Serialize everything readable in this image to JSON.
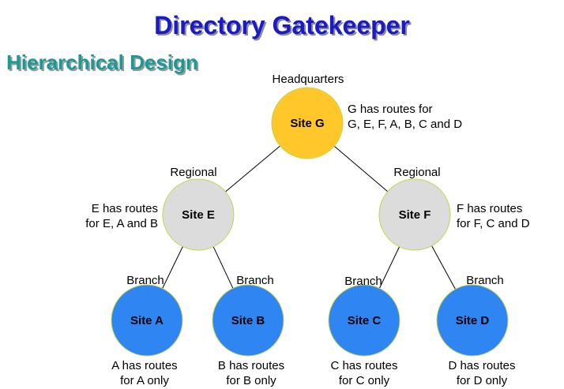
{
  "title": "Directory Gatekeeper",
  "subtitle": "Hierarchical Design",
  "colors": {
    "title": "#1a1ac8",
    "subtitle": "#1a9a96",
    "headquarters_node": "#ffc72a",
    "regional_node": "#dcdcdc",
    "branch_node": "#2f86f2",
    "node_border": "#c2d64a"
  },
  "nodes": {
    "g": {
      "label": "Site G",
      "tier": "Headquarters",
      "routes_line1": "G has routes for",
      "routes_line2": "G, E, F, A, B, C and D"
    },
    "e": {
      "label": "Site E",
      "tier": "Regional",
      "routes_line1": "E has routes",
      "routes_line2": "for E, A and B"
    },
    "f": {
      "label": "Site F",
      "tier": "Regional",
      "routes_line1": "F has routes",
      "routes_line2": "for F, C and D"
    },
    "a": {
      "label": "Site A",
      "tier": "Branch",
      "routes_line1": "A has routes",
      "routes_line2": "for A only"
    },
    "b": {
      "label": "Site B",
      "tier": "Branch",
      "routes_line1": "B has routes",
      "routes_line2": "for B only"
    },
    "c": {
      "label": "Site C",
      "tier": "Branch",
      "routes_line1": "C has routes",
      "routes_line2": "for C only"
    },
    "d": {
      "label": "Site D",
      "tier": "Branch",
      "routes_line1": "D has routes",
      "routes_line2": "for D only"
    }
  },
  "edges": [
    [
      "g",
      "e"
    ],
    [
      "g",
      "f"
    ],
    [
      "e",
      "a"
    ],
    [
      "e",
      "b"
    ],
    [
      "f",
      "c"
    ],
    [
      "f",
      "d"
    ]
  ]
}
